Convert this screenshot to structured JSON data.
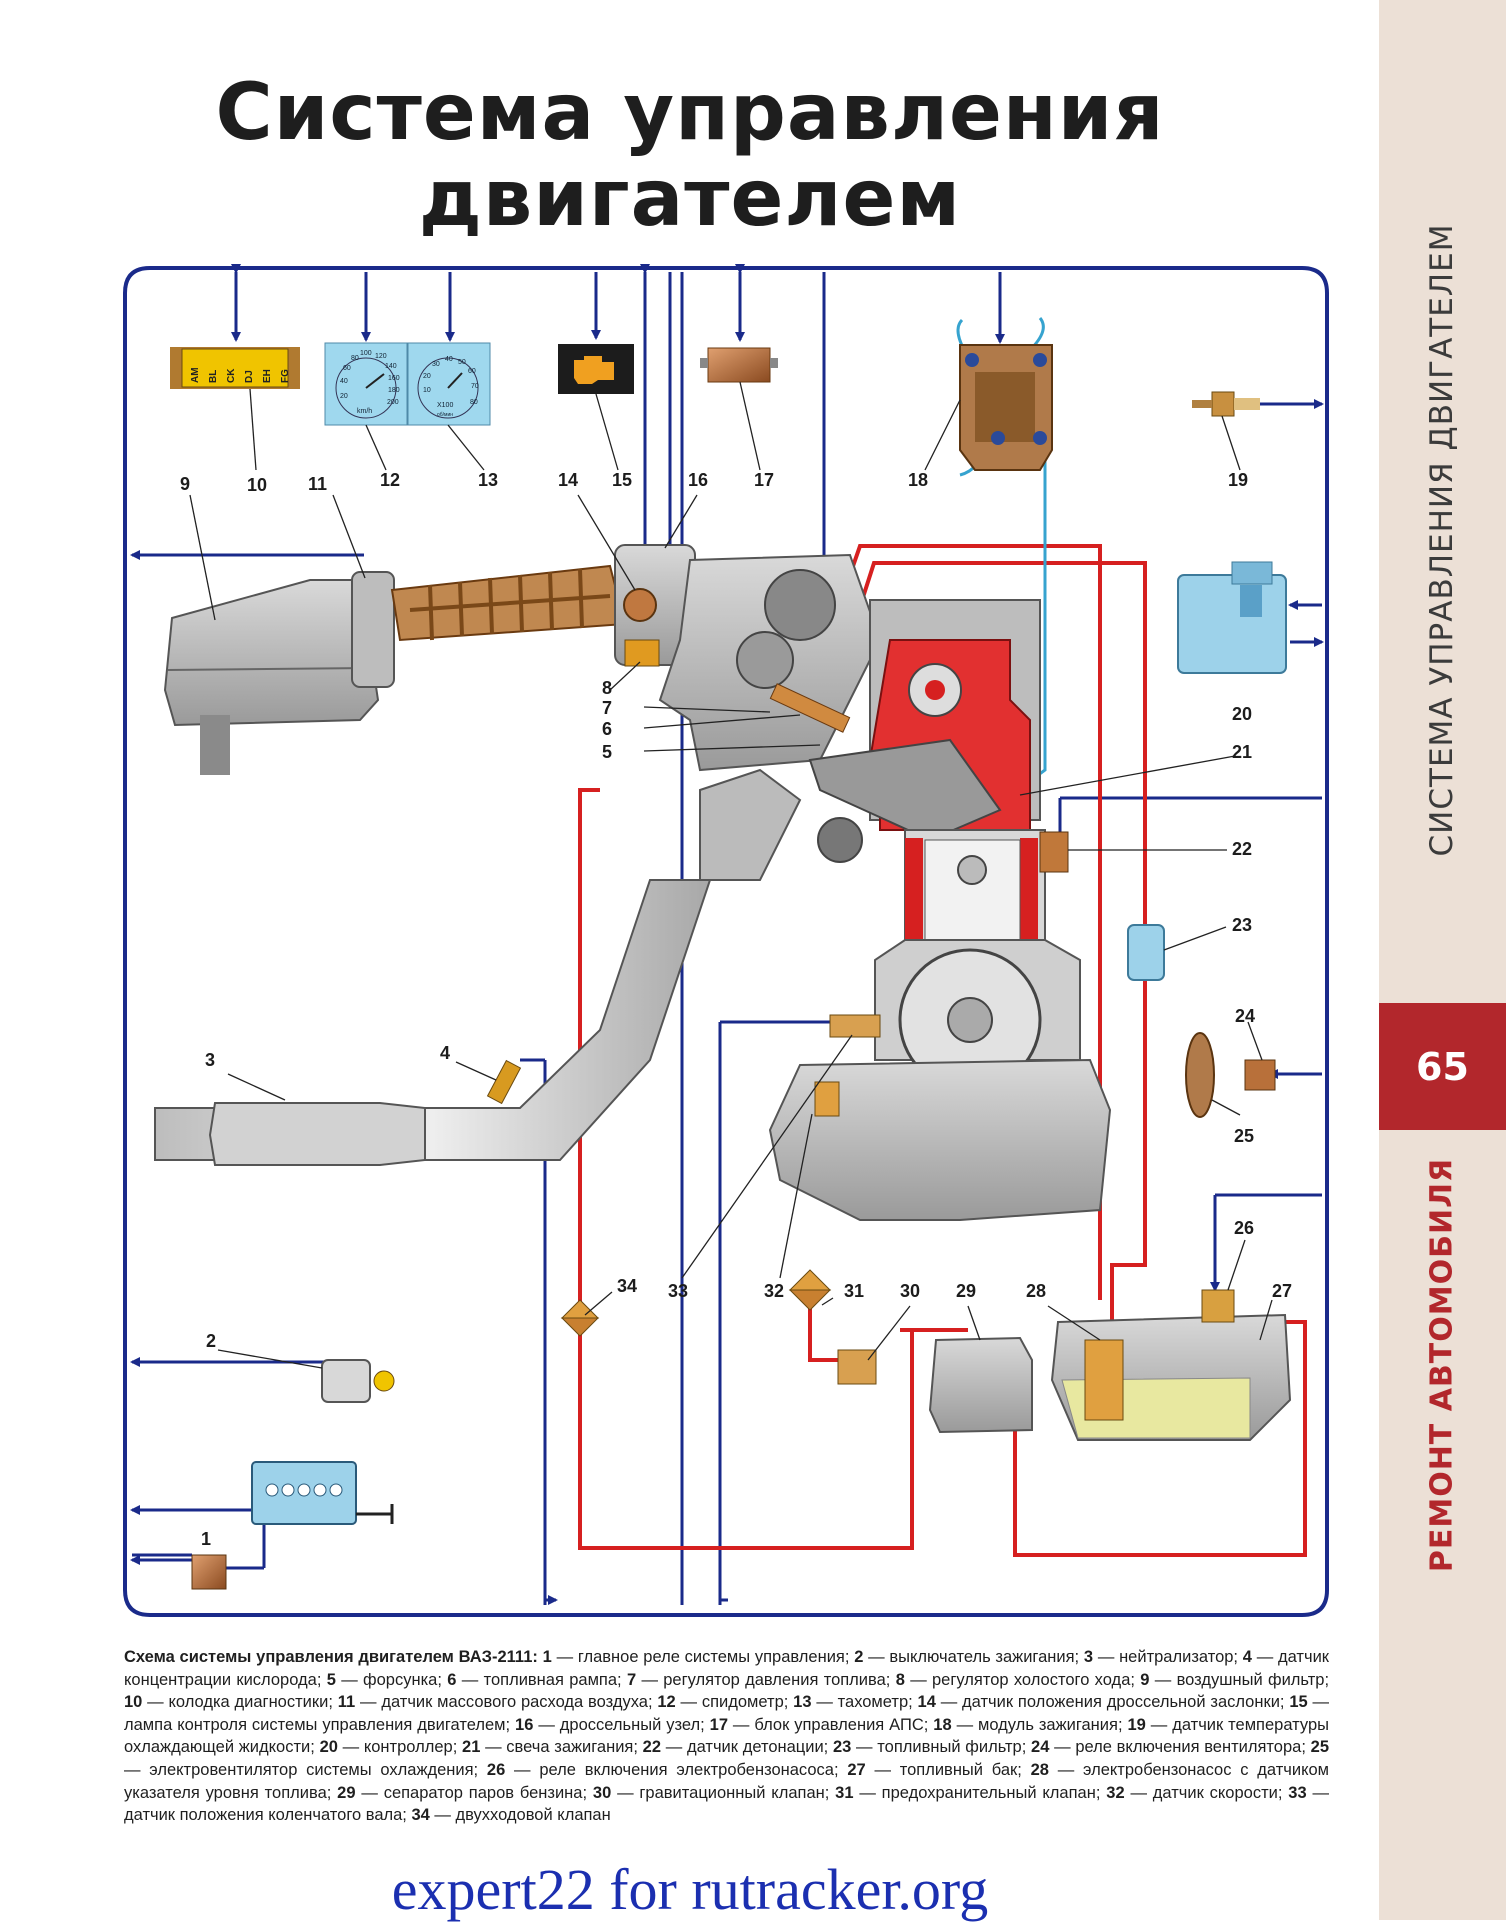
{
  "title": {
    "line1": "Система управления",
    "line2": "двигателем"
  },
  "sidebar": {
    "section": "СИСТЕМА УПРАВЛЕНИЯ ДВИГАТЕЛЕМ",
    "page_number": "65",
    "book": "РЕМОНТ АВТОМОБИЛЯ"
  },
  "colors": {
    "bus": "#1a2a8a",
    "fuel": "#d62020",
    "accent": "#b2272c",
    "sidebar_bg": "#ece0d6"
  },
  "diagram": {
    "gauges": {
      "speedometer": {
        "ticks": [
          "20",
          "40",
          "60",
          "80",
          "100",
          "120",
          "140",
          "160",
          "180",
          "200"
        ],
        "unit": "km/h"
      },
      "tachometer": {
        "ticks": [
          "10",
          "20",
          "30",
          "40",
          "50",
          "60",
          "70",
          "80"
        ],
        "unit": "X100",
        "sub_unit": "об/мин"
      },
      "diag_pins": [
        "AM",
        "BL",
        "CK",
        "DJ",
        "EH",
        "FG"
      ]
    },
    "labels": [
      "1",
      "2",
      "3",
      "4",
      "5",
      "6",
      "7",
      "8",
      "9",
      "10",
      "11",
      "12",
      "13",
      "14",
      "15",
      "16",
      "17",
      "18",
      "19",
      "20",
      "21",
      "22",
      "23",
      "24",
      "25",
      "26",
      "27",
      "28",
      "29",
      "30",
      "31",
      "32",
      "33",
      "34"
    ]
  },
  "caption": {
    "heading": "Схема системы управления двигателем ВАЗ-2111:",
    "items": [
      {
        "n": "1",
        "t": "главное реле системы управления;"
      },
      {
        "n": "2",
        "t": "выключатель зажигания;"
      },
      {
        "n": "3",
        "t": "нейтрализатор;"
      },
      {
        "n": "4",
        "t": "датчик концентрации кислорода;"
      },
      {
        "n": "5",
        "t": "форсунка;"
      },
      {
        "n": "6",
        "t": "топливная рампа;"
      },
      {
        "n": "7",
        "t": "регулятор давления топлива;"
      },
      {
        "n": "8",
        "t": "регулятор холостого хода;"
      },
      {
        "n": "9",
        "t": "воздушный фильтр;"
      },
      {
        "n": "10",
        "t": "колодка диагностики;"
      },
      {
        "n": "11",
        "t": "датчик массового расхода воздуха;"
      },
      {
        "n": "12",
        "t": "спидометр;"
      },
      {
        "n": "13",
        "t": "тахометр;"
      },
      {
        "n": "14",
        "t": "датчик положения дроссельной заслонки;"
      },
      {
        "n": "15",
        "t": "лампа контроля системы управления двигателем;"
      },
      {
        "n": "16",
        "t": "дроссельный узел;"
      },
      {
        "n": "17",
        "t": "блок управления АПС;"
      },
      {
        "n": "18",
        "t": "модуль зажигания;"
      },
      {
        "n": "19",
        "t": "датчик температуры охлаждающей жидкости;"
      },
      {
        "n": "20",
        "t": "контроллер;"
      },
      {
        "n": "21",
        "t": "свеча зажигания;"
      },
      {
        "n": "22",
        "t": "датчик детонации;"
      },
      {
        "n": "23",
        "t": "топливный фильтр;"
      },
      {
        "n": "24",
        "t": "реле включения вентилятора;"
      },
      {
        "n": "25",
        "t": "электровентилятор системы охлаждения;"
      },
      {
        "n": "26",
        "t": "реле включения электробензонасоса;"
      },
      {
        "n": "27",
        "t": "топливный бак;"
      },
      {
        "n": "28",
        "t": "электробензонасос с датчиком указателя уровня топлива;"
      },
      {
        "n": "29",
        "t": "сепаратор паров бензина;"
      },
      {
        "n": "30",
        "t": "гравитационный клапан;"
      },
      {
        "n": "31",
        "t": "предохранительный клапан;"
      },
      {
        "n": "32",
        "t": "датчик скорости;"
      },
      {
        "n": "33",
        "t": "датчик положения коленчатого вала;"
      },
      {
        "n": "34",
        "t": "двухходовой клапан"
      }
    ]
  },
  "watermark": "expert22 for rutracker.org"
}
